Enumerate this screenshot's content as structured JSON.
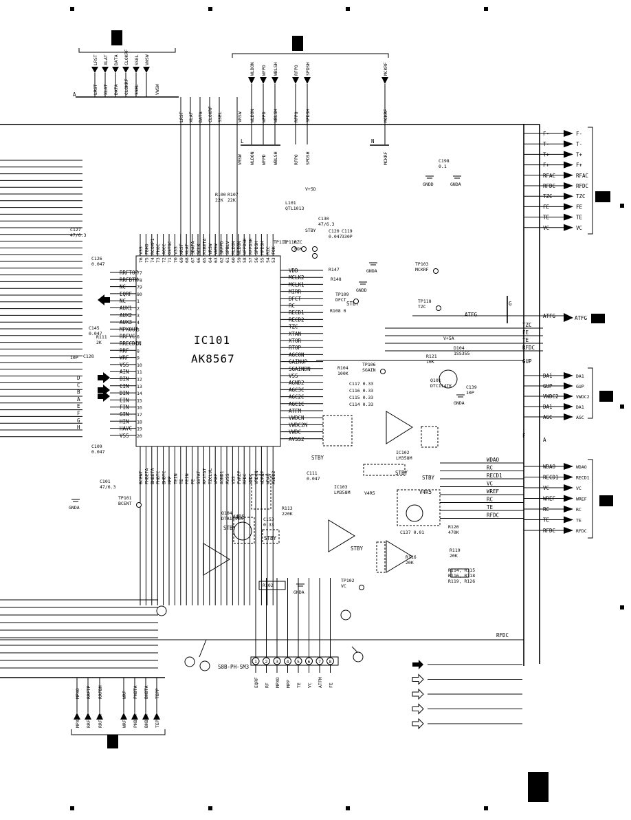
{
  "ic_main": {
    "ref": "IC101",
    "part": "AK8567"
  },
  "top_left_bus": [
    "LRST",
    "XLAT",
    "DATA",
    "CLOKRF",
    "SSEL",
    "VWSW"
  ],
  "top_left_bus_lower": [
    "LRST",
    "XLAT",
    "DATA",
    "CLOKRF",
    "SSEL"
  ],
  "top_left_box_letter": "A",
  "top_right_bus": [
    "WLDON",
    "WFPD",
    "WBLSH",
    "RFPO",
    "SPDSH",
    "MCKRF"
  ],
  "top_bus_lower": [
    "VRSW",
    "WLDON",
    "WFPD",
    "WBLSH",
    "RFPO",
    "SPDSH",
    "MCKRF"
  ],
  "bus_letters": {
    "l": "L",
    "n": "N",
    "g": "G",
    "f": "F",
    "a_right": "A"
  },
  "right_connector_top": [
    "F-",
    "T-",
    "T+",
    "F+",
    "RFAC",
    "RFDC",
    "TZC",
    "FE",
    "TE",
    "VC"
  ],
  "right_connector_mid": [
    "DA1",
    "GUP",
    "VWDC2",
    "DA1",
    "AGC"
  ],
  "right_connector_bottom": [
    "WDAO",
    "RECD1",
    "VC",
    "WREF",
    "RC",
    "TE",
    "RFDC"
  ],
  "right_inner_labels": [
    "WDAO",
    "RC",
    "RECD1",
    "VC",
    "WREF",
    "RC",
    "TE",
    "RFDC"
  ],
  "atfg": "ATFG",
  "bottom_bus": [
    "MPXO",
    "RRFTP",
    "RRFBM",
    "WRF",
    "PHBTA",
    "BHBTA",
    "TEPP"
  ],
  "bottom_bus_upper": [
    "MPXO",
    "RRFTP",
    "RRFBM",
    "WRF",
    "PHBTA",
    "BHBTA",
    "TEPP"
  ],
  "pickup": {
    "name": "S8B-PH-SM3",
    "pins": [
      "1",
      "2",
      "3",
      "4",
      "5",
      "6",
      "7",
      "8"
    ],
    "signals": [
      "EQRF",
      "RF",
      "MPXO",
      "MPP",
      "TE",
      "VC",
      "ATFM",
      "FE"
    ]
  },
  "ic_left_pins": [
    "RRFTOP",
    "RRFBTM",
    "NC",
    "EQRF",
    "NC",
    "AUX1",
    "AUX2",
    "AUX3",
    "MPXOUT",
    "RRFVC",
    "RRECDIN",
    "RRF",
    "WRF",
    "VSS",
    "AIN",
    "BIN",
    "CIN",
    "DIN",
    "EIN",
    "FIN",
    "GIN",
    "HIN",
    "HAVC",
    "VSS"
  ],
  "ic_left_nums": [
    "77",
    "78",
    "79",
    "80",
    "1",
    "2",
    "3",
    "4",
    "5",
    "6",
    "7",
    "8",
    "9",
    "10",
    "11",
    "12",
    "13",
    "14",
    "15",
    "16",
    "17",
    "18",
    "19",
    "20"
  ],
  "ic_top_pins": [
    "VSS",
    "PBHO",
    "RCOMP1",
    "PHOC",
    "AGCC",
    "OSTOC",
    "VSS",
    "XRST",
    "XLAT",
    "SDATA",
    "SCLK",
    "RSBETA",
    "VRSW",
    "VWSW",
    "SRFPD",
    "SPBLV",
    "RLDON",
    "WLDON",
    "WFPDSH",
    "RFPDSH",
    "SPDSH",
    "MPDSH",
    "RZC",
    "FOK"
  ],
  "ic_top_nums": [
    "76",
    "75",
    "74",
    "73",
    "72",
    "71",
    "70",
    "69",
    "68",
    "67",
    "66",
    "65",
    "64",
    "63",
    "62",
    "61",
    "60",
    "59",
    "58",
    "57",
    "56",
    "55",
    "54",
    "53"
  ],
  "ic_right_pins": [
    "VDD",
    "MCLK2",
    "MCLK1",
    "MIRR",
    "DFCT",
    "RC",
    "RECD1",
    "RECD2",
    "TZC",
    "XTAN",
    "XTOR",
    "RTOP",
    "AGCON",
    "GAINUP",
    "SGAINDN",
    "VSS",
    "AGND2",
    "AGC3C",
    "AGC2C",
    "AGC1C",
    "ATFM",
    "VWDCN",
    "VWDC2N",
    "VWDC",
    "AVSS2"
  ],
  "ic_bottom_pins": [
    "BCENT",
    "PHBETA",
    "BHBETA",
    "PHBTC",
    "BHBTC",
    "MPP",
    "TEIN",
    "TE",
    "FEIN",
    "FE",
    "SSTAT",
    "RPSTAT",
    "TZCLVL",
    "VREF",
    "AGND1",
    "AVSS",
    "VSS",
    "FVREF",
    "RFDC",
    "VRDC",
    "VRDCN",
    "WDREF",
    "WDAO",
    "AVDD2"
  ],
  "components": {
    "c127": "C127\n47/6.3",
    "c126": "C126\n0.047",
    "c145": "C145\n0.047",
    "r111": "R111\n2K",
    "c128": "C128",
    "c10p": "10P",
    "c109": "C109\n0.047",
    "c101": "C101\n47/6.3",
    "l101": "L101\nQTL1013",
    "r100": "R100\n22K",
    "r107": "R107\n22K",
    "v5d": "V+5D",
    "v5a": "V+5A",
    "v4r5": "V4R5",
    "stby": "STBY",
    "r147": "R147",
    "r148": "R148",
    "c130": "C130\n47/6.3",
    "c120": "C120\n0.047",
    "c119": "C119\n330P",
    "c198": "C198\n0.1",
    "r108": "R108 0",
    "r104": "R104\n100K",
    "r121": "R121\n10K",
    "d104": "D104\n1SS355",
    "q101": "Q101\nDTC114TK",
    "c139": "C139\n10P",
    "ic102": "IC102\nLM358M",
    "ic103": "IC103\nLM358M",
    "r113": "R113\n220K",
    "q104": "Q104\nDTA144EK",
    "r126": "R126\n470K",
    "r116": "R116\n20K",
    "r119": "R119\n20K",
    "r102": "R102",
    "res_note": "R114, R115\nR116, R118\nR119, R126",
    "c117": "C117 0.33",
    "c116": "C116 0.33",
    "c115": "C115 0.33",
    "c114": "C114 0.33",
    "c111": "C111\n0.047",
    "c137": "C137 0.01",
    "c153": "C153\n0.33"
  },
  "test_points": [
    "TP101\nBCENT",
    "TP103\nMCKRF",
    "TP109\nDFCT",
    "TP118\nTZC",
    "TP106\nSGAIN",
    "TP102\nVC",
    "TP111",
    "TP110",
    "RZC",
    "FOK"
  ],
  "gnd_labels": [
    "GNDA",
    "GNDD",
    "GNDD",
    "GNDA",
    "GNDA",
    "GNDA",
    "GNDA"
  ],
  "legend_count": 5
}
